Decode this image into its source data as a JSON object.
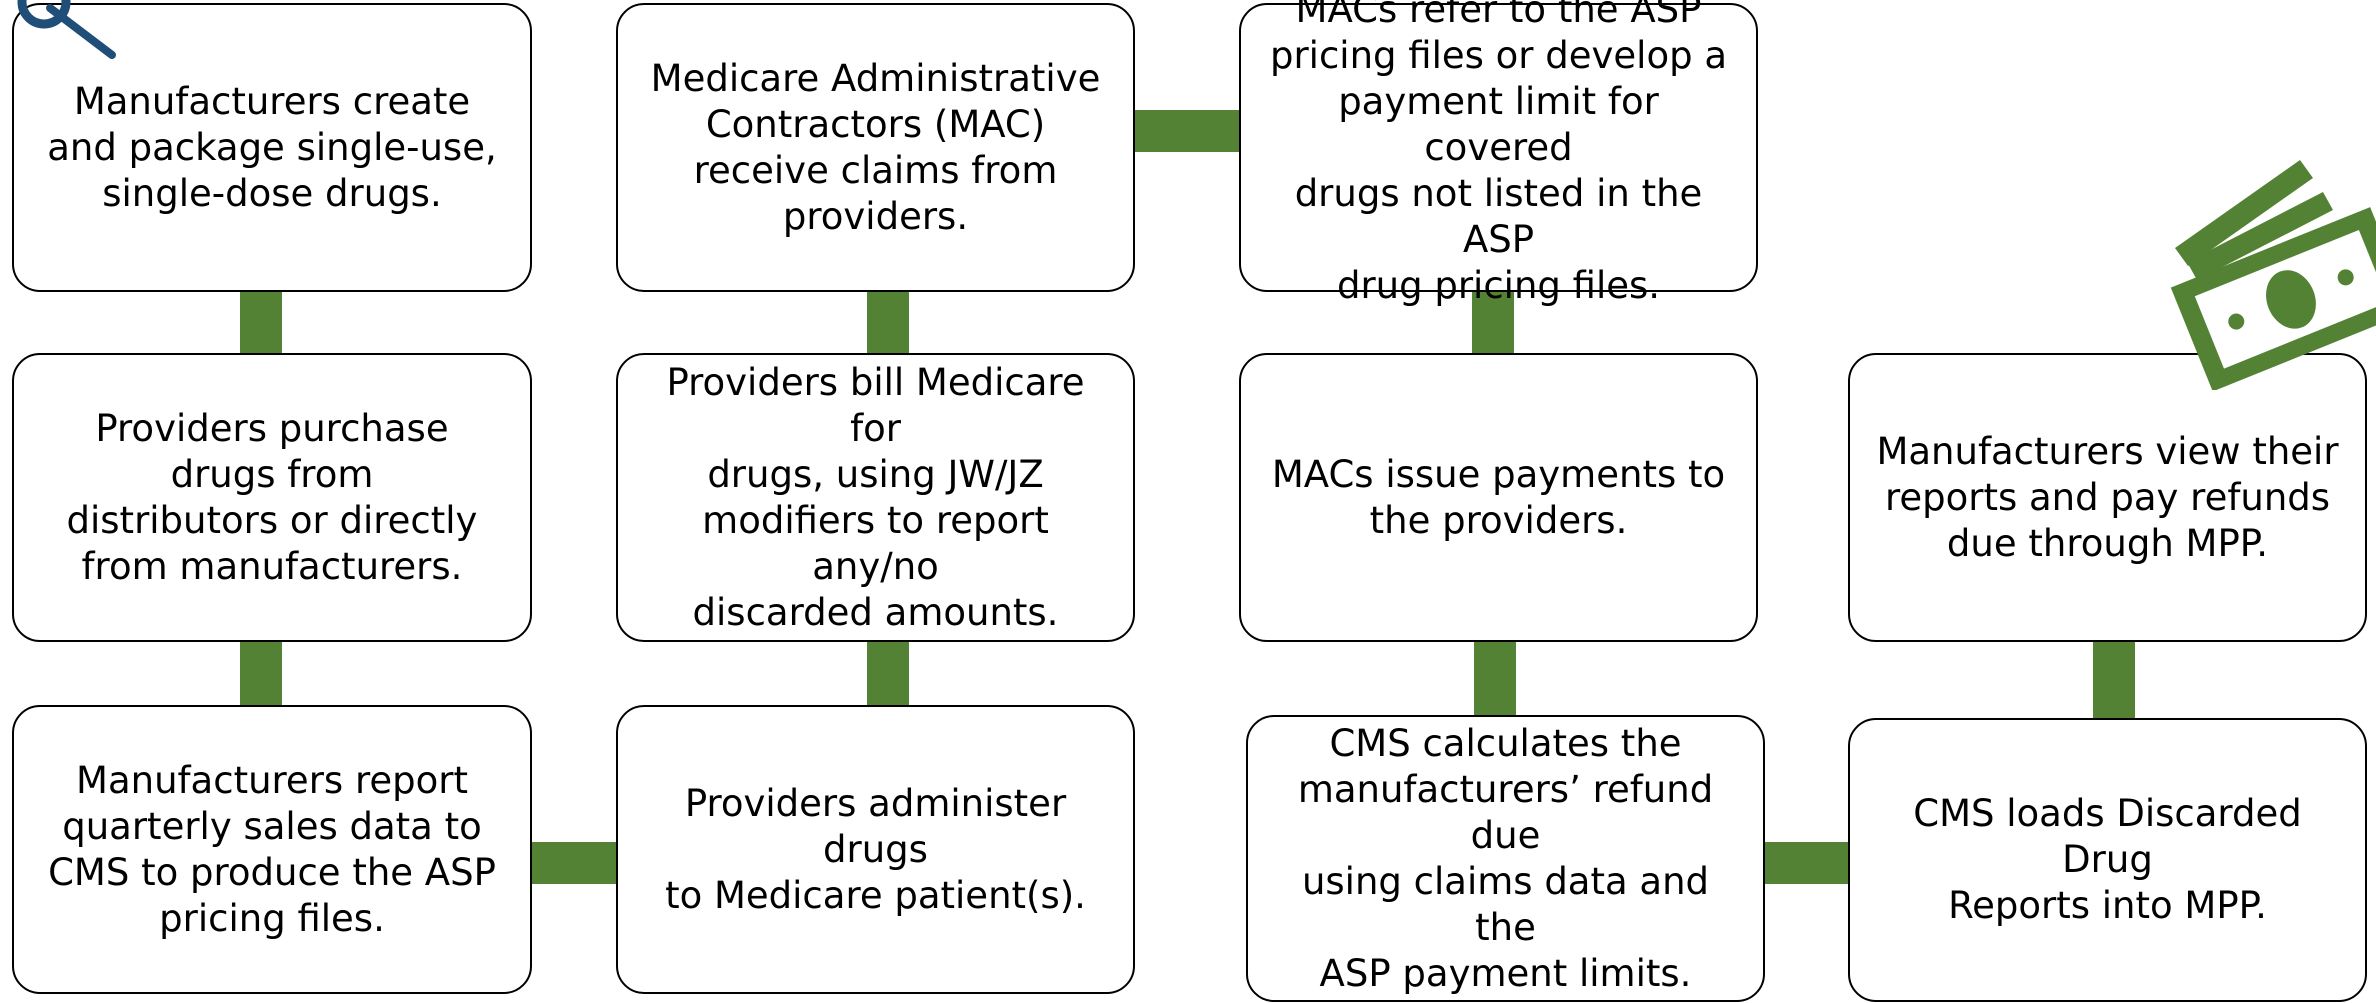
{
  "colors": {
    "connector": "#548235",
    "money_icon": "#548235",
    "wrench_icon": "#1f4e79",
    "border": "#000000"
  },
  "icons": {
    "top_left": "wrench-icon",
    "right": "money-bill-icon"
  },
  "steps": {
    "manufacturers_create": "Manufacturers create\nand package single-use,\nsingle-dose drugs.",
    "providers_purchase": "Providers purchase\ndrugs from\ndistributors or directly\nfrom manufacturers.",
    "manufacturers_report": "Manufacturers report\nquarterly sales data to\nCMS to produce the ASP\npricing files.",
    "providers_administer": "Providers administer drugs\nto Medicare patient(s).",
    "providers_bill": "Providers bill Medicare for\ndrugs, using JW/JZ\nmodifiers to report any/no\ndiscarded amounts.",
    "macs_receive": "Medicare Administrative\nContractors (MAC)\nreceive claims from\nproviders.",
    "macs_refer": "MACs refer to the ASP\npricing files or develop a\npayment limit for covered\ndrugs not listed in the ASP\ndrug pricing files.",
    "macs_issue": "MACs issue payments to\nthe providers.",
    "cms_calculates": "CMS calculates the\nmanufacturers’ refund due\nusing claims data and the\nASP payment limits.",
    "cms_loads": "CMS loads Discarded Drug\nReports into MPP.",
    "manufacturers_view": "Manufacturers view their\nreports and pay refunds\ndue through MPP."
  }
}
